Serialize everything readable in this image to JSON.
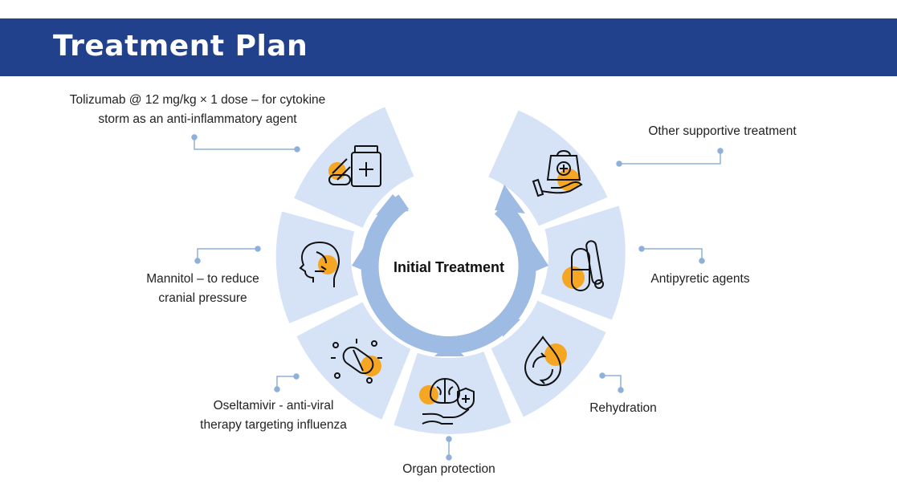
{
  "header": {
    "title": "Treatment Plan"
  },
  "center": {
    "label": "Initial Treatment"
  },
  "items": [
    {
      "label": "Tolizumab @ 12 mg/kg × 1 dose – for cytokine storm as an anti-inflammatory agent",
      "icon": "medicine-bottle-icon"
    },
    {
      "label": "Mannitol – to reduce cranial pressure",
      "icon": "head-skull-icon"
    },
    {
      "label": "Oseltamivir - anti-viral therapy targeting influenza",
      "icon": "antiviral-capsule-icon"
    },
    {
      "label": "Organ protection",
      "icon": "brain-shield-hand-icon"
    },
    {
      "label": "Rehydration",
      "icon": "water-drop-refresh-icon"
    },
    {
      "label": "Antipyretic agents",
      "icon": "capsule-thermometer-icon"
    },
    {
      "label": "Other supportive treatment",
      "icon": "medical-bag-hand-icon"
    }
  ],
  "colors": {
    "header": "#22418c",
    "segment": "#d6e3f7",
    "ring": "#9dbbe3",
    "accent": "#f5a623",
    "connector": "#8fb0d8"
  }
}
